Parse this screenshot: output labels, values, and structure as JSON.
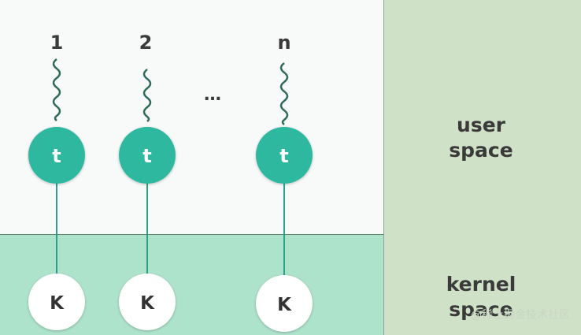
{
  "regions": {
    "user_space_label": "user\nspace",
    "kernel_space_label": "kernel\nspace"
  },
  "threads": [
    {
      "index": "1",
      "thread_label": "t",
      "kernel_label": "K"
    },
    {
      "index": "2",
      "thread_label": "t",
      "kernel_label": "K"
    },
    {
      "index": "n",
      "thread_label": "t",
      "kernel_label": "K"
    }
  ],
  "ellipsis": "…",
  "watermark": "@稀土掘金技术社区",
  "colors": {
    "thread_circle": "#2db8a0",
    "kernel_circle": "#ffffff",
    "line": "#2f9f88",
    "user_region": "#f8faf9",
    "kernel_region": "#aee3cb",
    "side_panel": "#cfe1c6"
  }
}
